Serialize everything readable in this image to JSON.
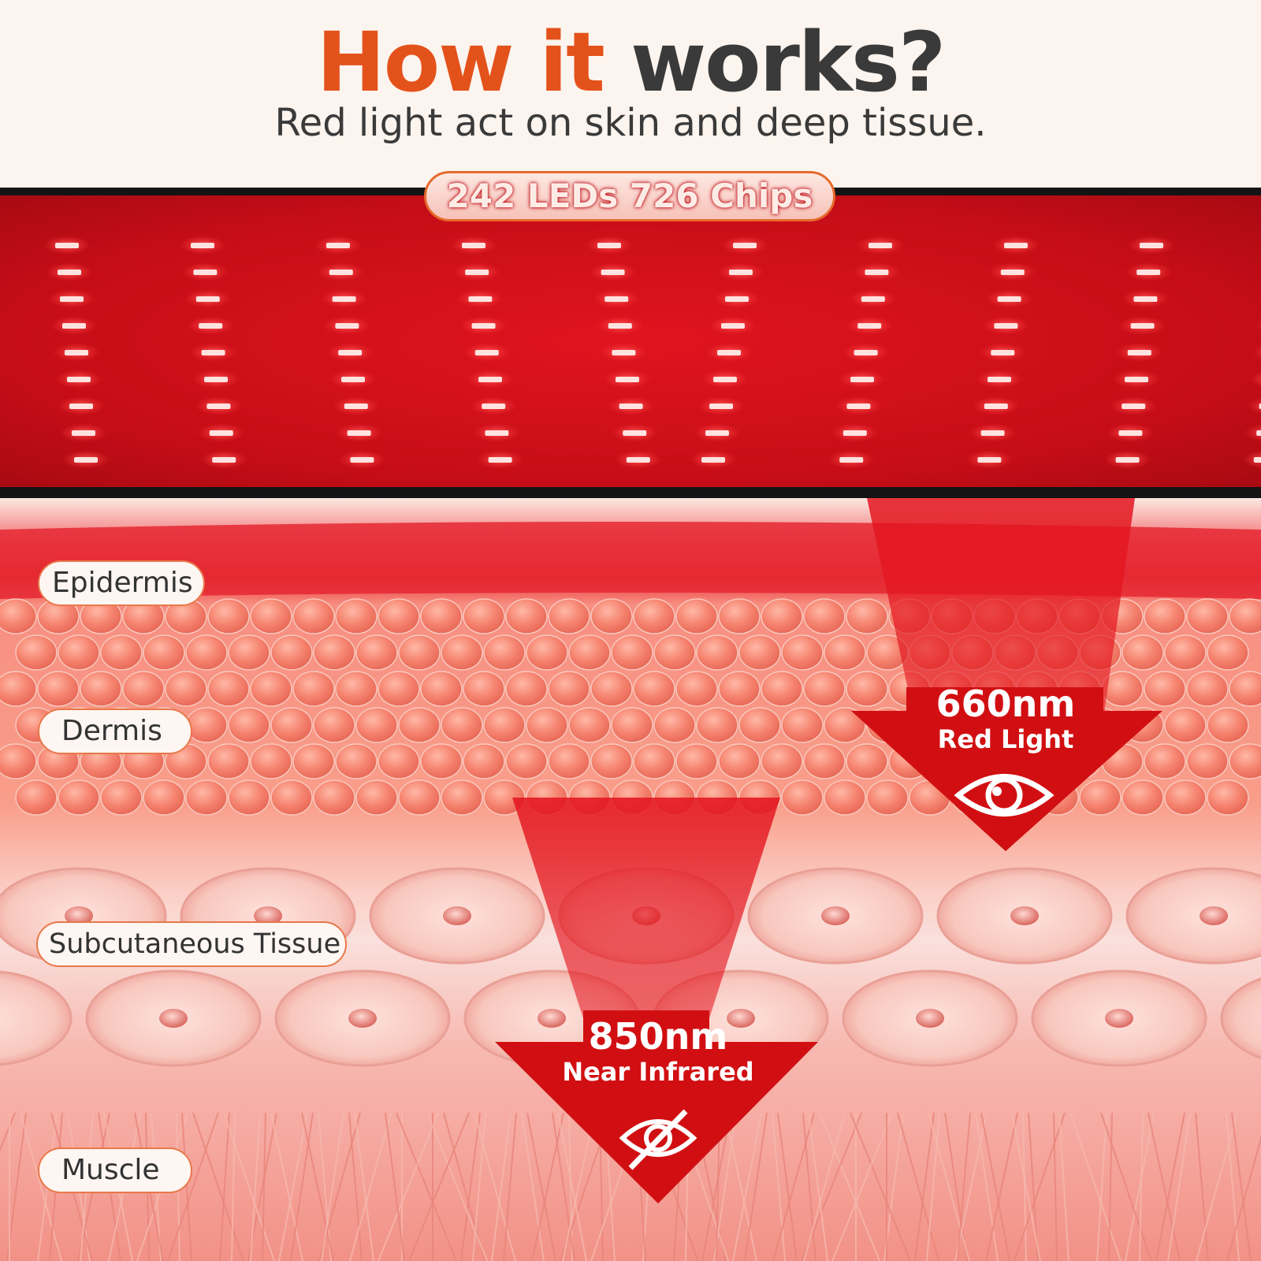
{
  "header": {
    "title_accent": "How it",
    "title_rest": "works?",
    "subtitle": "Red light act on skin and deep tissue."
  },
  "panel": {
    "badge": "242 LEDs 726 Chips"
  },
  "layers": [
    {
      "label": "Epidermis"
    },
    {
      "label": "Dermis"
    },
    {
      "label": "Subcutaneous Tissue"
    },
    {
      "label": "Muscle"
    }
  ],
  "red_light": {
    "wavelength": "660nm",
    "label": "Red Light",
    "icon": "eye-icon"
  },
  "near_infrared": {
    "wavelength": "850nm",
    "label": "Near Infrared",
    "icon": "eye-slash-icon"
  },
  "colors": {
    "accent": "#e4521b",
    "panel_red": "#c50d17",
    "arrow_red": "#d10f12",
    "text_dark": "#3a3a3a"
  }
}
